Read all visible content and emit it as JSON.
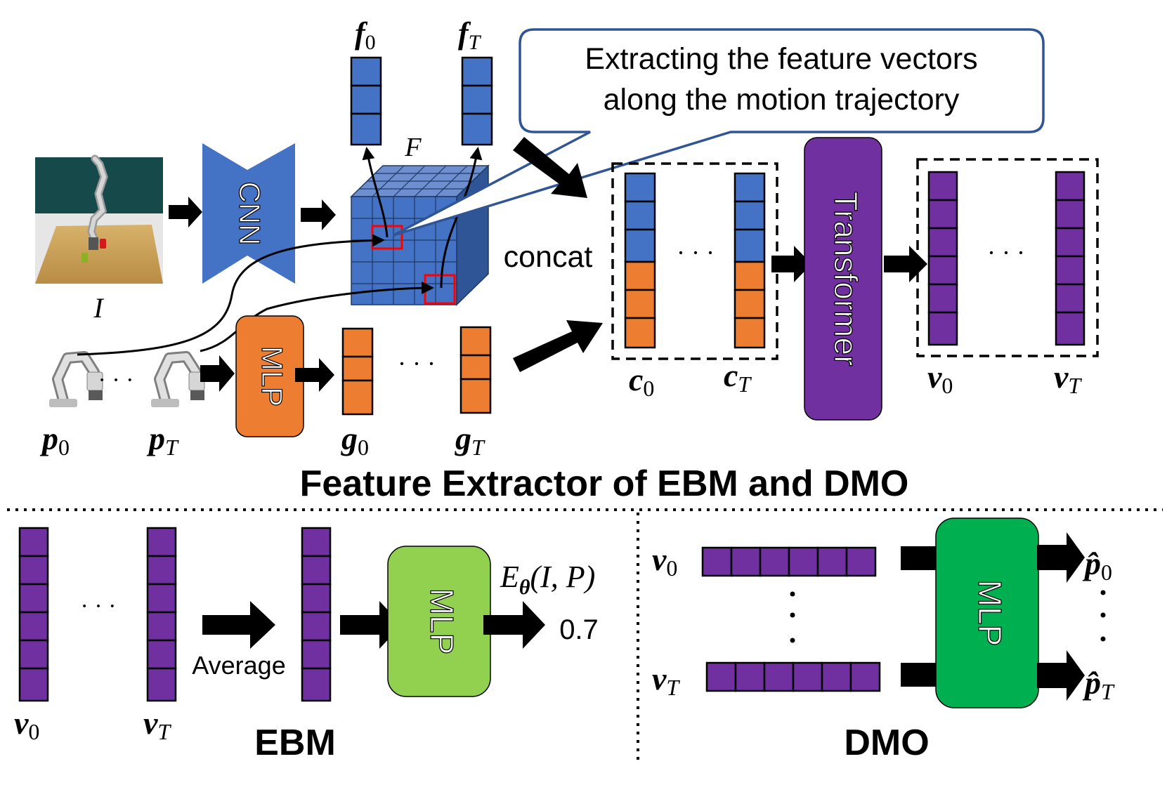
{
  "colors": {
    "blue": "#4472C4",
    "orange": "#ED7D31",
    "purple": "#7030A0",
    "light_green": "#92D050",
    "dark_green": "#00B050",
    "highlight_red": "#FF0000",
    "callout_border": "#2F5597",
    "cnn_blue": "#4472C4"
  },
  "top": {
    "image_label": "I",
    "cnn_label": "CNN",
    "feature_map_label": "F",
    "f0_label_main": "f",
    "f0_label_sub": "0",
    "fT_label_main": "f",
    "fT_label_sub": "T",
    "callout_line1": "Extracting the feature vectors",
    "callout_line2": "along the motion trajectory",
    "concat_label": "concat",
    "transformer_label": "Transformer",
    "mlp_label": "MLP",
    "p0_main": "p",
    "p0_sub": "0",
    "pT_main": "p",
    "pT_sub": "T",
    "g0_main": "g",
    "g0_sub": "0",
    "gT_main": "g",
    "gT_sub": "T",
    "c0_main": "c",
    "c0_sub": "0",
    "cT_main": "c",
    "cT_sub": "T",
    "v0_main": "v",
    "v0_sub": "0",
    "vT_main": "v",
    "vT_sub": "T",
    "dots": "· · ·",
    "section_title": "Feature Extractor of EBM and DMO"
  },
  "ebm": {
    "v0_main": "v",
    "v0_sub": "0",
    "vT_main": "v",
    "vT_sub": "T",
    "dots": "· · ·",
    "average_label": "Average",
    "mlp_label": "MLP",
    "energy_label": "E",
    "energy_sub": "θ",
    "energy_args": "(I, P)",
    "output_value": "0.7",
    "title": "EBM"
  },
  "dmo": {
    "v0_main": "v",
    "v0_sub": "0",
    "vT_main": "v",
    "vT_sub": "T",
    "mlp_label": "MLP",
    "phat0_main": "p̂",
    "phat0_sub": "0",
    "phatT_main": "p̂",
    "phatT_sub": "T",
    "title": "DMO"
  },
  "icons": [
    "robot-scene-image",
    "robot-arm-icon"
  ]
}
